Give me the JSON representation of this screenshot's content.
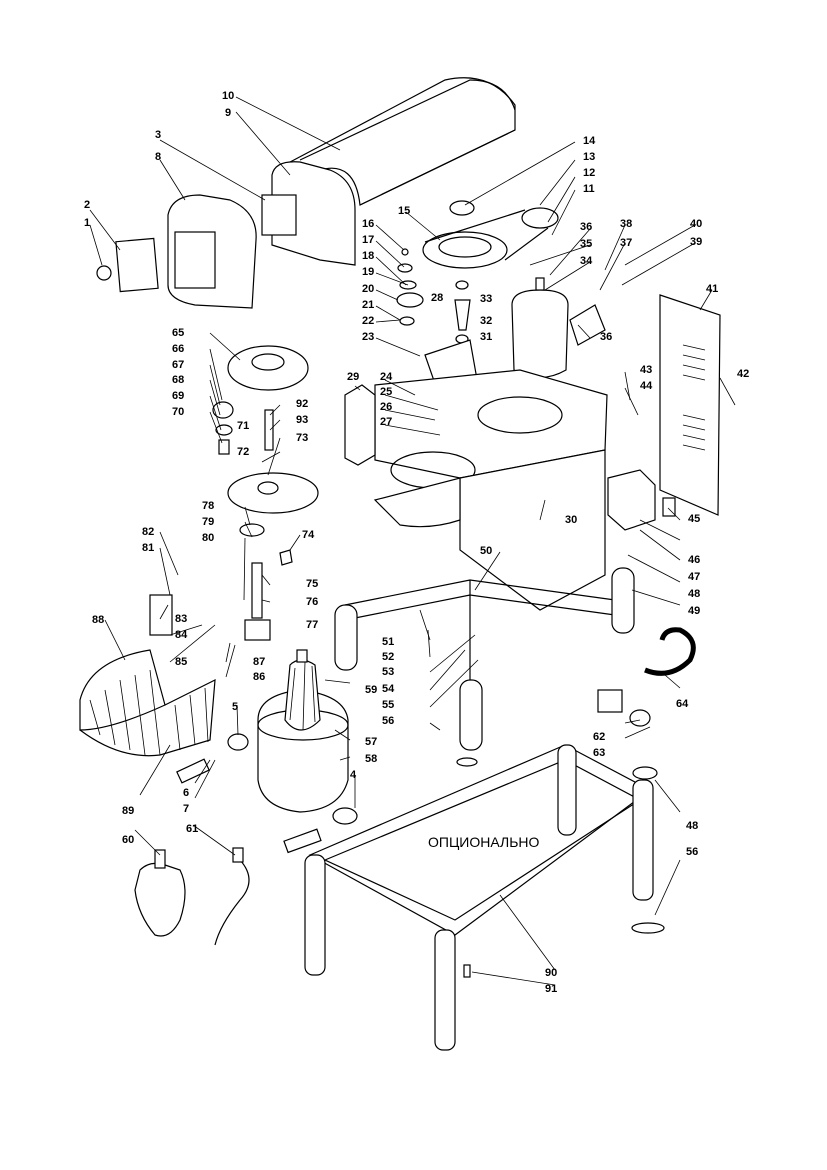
{
  "option_label": "ОПЦИОНАЛЬНО",
  "callouts": [
    "1",
    "2",
    "3",
    "4",
    "5",
    "6",
    "7",
    "8",
    "9",
    "10",
    "11",
    "12",
    "13",
    "14",
    "15",
    "16",
    "17",
    "18",
    "19",
    "20",
    "21",
    "22",
    "23",
    "24",
    "25",
    "26",
    "27",
    "28",
    "29",
    "30",
    "31",
    "32",
    "33",
    "34",
    "35",
    "36",
    "37",
    "38",
    "39",
    "40",
    "41",
    "42",
    "43",
    "44",
    "45",
    "46",
    "47",
    "48",
    "49",
    "50",
    "51",
    "52",
    "53",
    "54",
    "55",
    "56",
    "57",
    "58",
    "59",
    "60",
    "61",
    "62",
    "63",
    "64",
    "65",
    "66",
    "67",
    "68",
    "69",
    "70",
    "71",
    "72",
    "73",
    "74",
    "75",
    "76",
    "77",
    "78",
    "79",
    "80",
    "81",
    "82",
    "83",
    "84",
    "85",
    "86",
    "87",
    "88",
    "89",
    "90",
    "91",
    "92",
    "93"
  ]
}
